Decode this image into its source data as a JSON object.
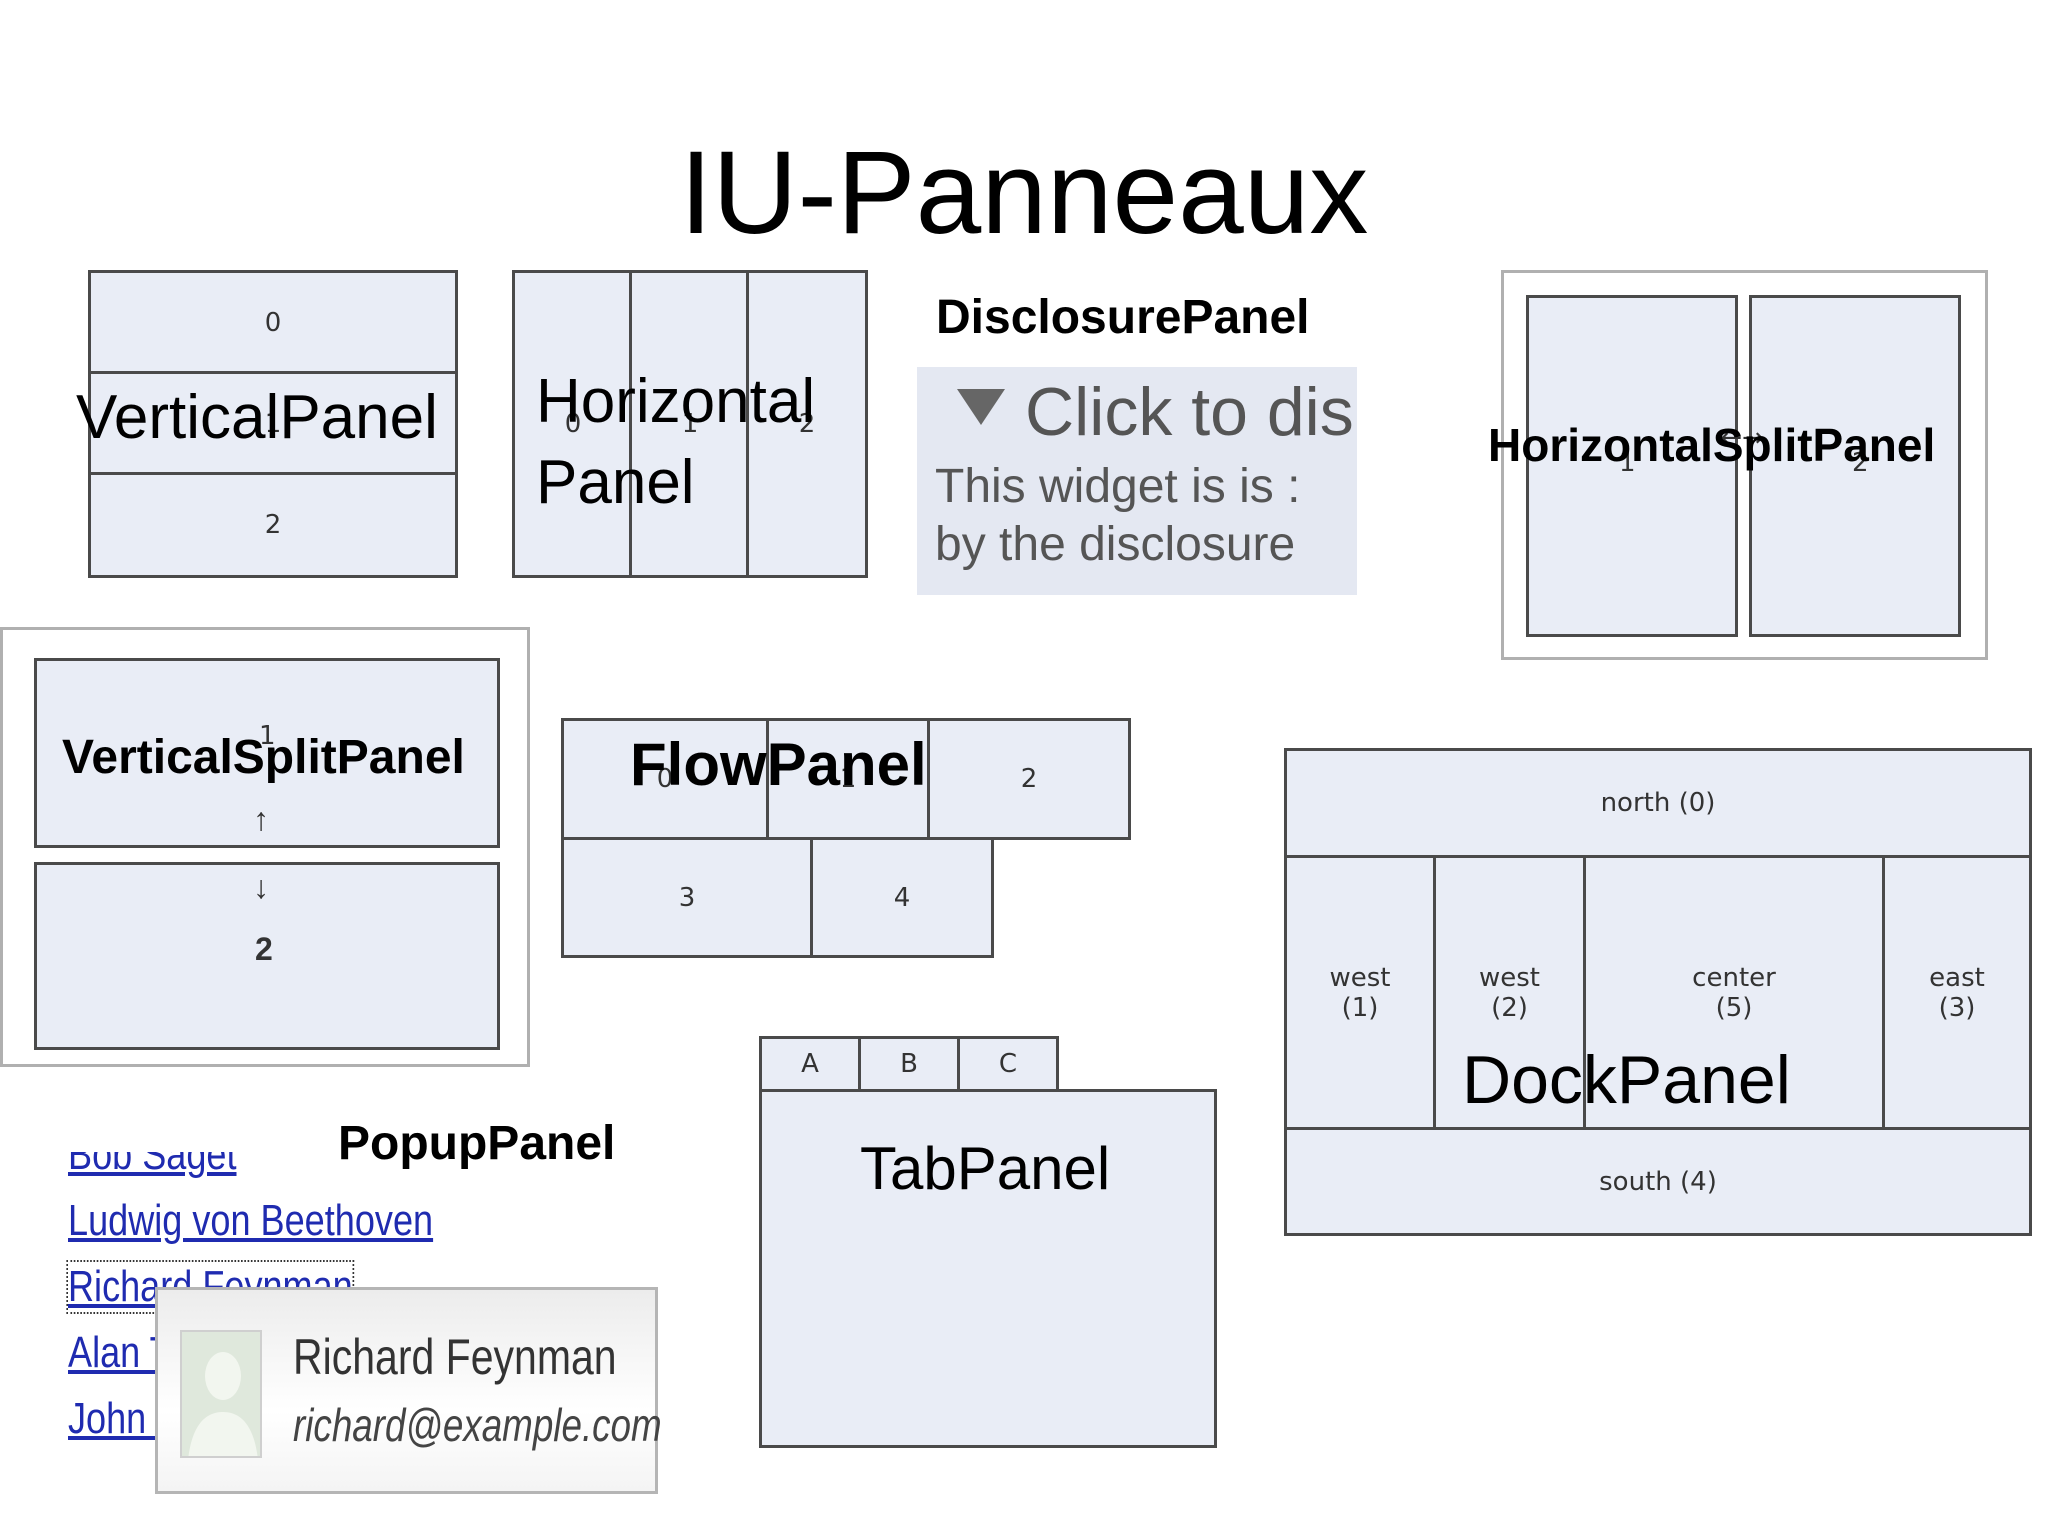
{
  "slide": {
    "title": "IU-Panneaux"
  },
  "vertical_panel": {
    "label": "VerticalPanel",
    "cells": [
      "0",
      "1",
      "2"
    ]
  },
  "horizontal_panel": {
    "label_line1": "Horizontal",
    "label_line2": "Panel",
    "cells": [
      "0",
      "1",
      "2"
    ]
  },
  "disclosure_panel": {
    "label": "DisclosurePanel",
    "header": "Click to dis",
    "body_line1": "This widget is is :",
    "body_line2": "by the disclosure"
  },
  "horizontal_split_panel": {
    "label": "HorizontalSplitPanel",
    "panes": [
      "1",
      "2"
    ],
    "handle": "←→"
  },
  "vertical_split_panel": {
    "label": "VerticalSplitPanel",
    "panes": [
      "1",
      "2"
    ],
    "up_arrow": "↑",
    "down_arrow": "↓"
  },
  "flow_panel": {
    "label": "FlowPanel",
    "cells": [
      "0",
      "1",
      "2",
      "3",
      "4"
    ]
  },
  "dock_panel": {
    "label": "DockPanel",
    "north": "north (0)",
    "west1_a": "west",
    "west1_b": "(1)",
    "west2_a": "west",
    "west2_b": "(2)",
    "center_a": "center",
    "center_b": "(5)",
    "east_a": "east",
    "east_b": "(3)",
    "south": "south (4)"
  },
  "tab_panel": {
    "label": "TabPanel",
    "tabs": [
      "A",
      "B",
      "C"
    ]
  },
  "popup_panel": {
    "label": "PopupPanel",
    "links": [
      "Bob Saget",
      "Ludwig von Beethoven",
      "Richard Feynman",
      "Alan T",
      "John v"
    ],
    "card_name": "Richard Feynman",
    "card_email": "richard@example.com"
  }
}
